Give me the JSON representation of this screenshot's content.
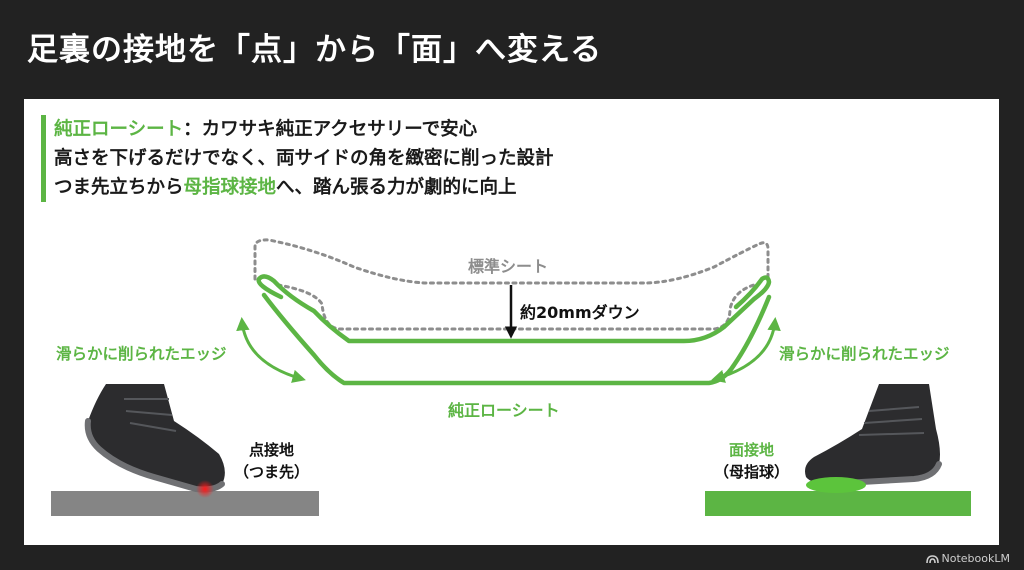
{
  "slide": {
    "title": "足裏の接地を「点」から「面」へ変える"
  },
  "bullets": {
    "line1_highlight": "純正ローシート",
    "line1_rest": "：カワサキ純正アクセサリーで安心",
    "line2": "高さを下げるだけでなく、両サイドの角を緻密に削った設計",
    "line3_pre": "つま先立ちから",
    "line3_highlight": "母指球接地",
    "line3_post": "へ、踏ん張る力が劇的に向上"
  },
  "diagram": {
    "standard_seat_label": "標準シート",
    "drop_label": "約20mmダウン",
    "low_seat_label": "純正ローシート",
    "edge_label_left": "滑らかに削られたエッジ",
    "edge_label_right": "滑らかに削られたエッジ",
    "point_contact": {
      "line1": "点接地",
      "line2": "（つま先）"
    },
    "surface_contact": {
      "line1": "面接地",
      "line2": "（母指球）"
    },
    "icons": {
      "boot_left": "boot-tiptoe-icon",
      "boot_right": "boot-flat-icon",
      "arrow_down": "arrow-down-icon",
      "curved_arrow": "double-curved-arrow-icon"
    }
  },
  "colors": {
    "accent_green": "#5cb544",
    "standard_seat_gray": "#8d8d8d",
    "ground_gray": "#858585",
    "contact_red": "#ff2a2a",
    "background": "#222222"
  },
  "watermark": {
    "label": "NotebookLM"
  }
}
